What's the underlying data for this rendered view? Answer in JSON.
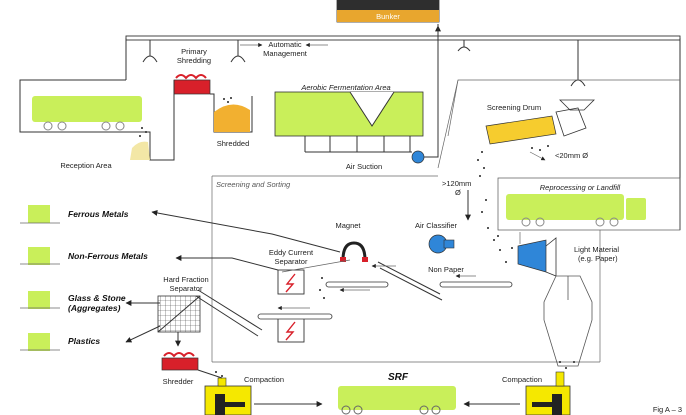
{
  "labels": {
    "bunker": "Bunker",
    "automatic_management": "Automatic\nManagement",
    "primary_shredding": "Primary\nShredding",
    "aerobic_fermentation": "Aerobic Fermentation Area",
    "reception_area": "Reception Area",
    "shredded": "Shredded",
    "air_suction": "Air Suction",
    "screening_drum": "Screening Drum",
    "lt20mm": "<20mm Ø",
    "gt120mm": ">120mm\nØ",
    "reprocessing": "Reprocessing or Landfill",
    "screening_sorting": "Screening and Sorting",
    "magnet": "Magnet",
    "air_classifier": "Air Classifier",
    "eddy_current": "Eddy Current\nSeparator",
    "light_material": "Light Material\n(e.g. Paper)",
    "non_paper": "Non Paper",
    "hard_fraction": "Hard Fraction\nSeparator",
    "shredder": "Shredder",
    "compaction_left": "Compaction",
    "compaction_right": "Compaction",
    "srf": "SRF",
    "fig": "Fig A – 3"
  },
  "outputs": [
    {
      "label": "Ferrous Metals"
    },
    {
      "label": "Non-Ferrous Metals"
    },
    {
      "label": "Glass & Stone\n(Aggregates)"
    },
    {
      "label": "Plastics"
    }
  ],
  "colors": {
    "truck": "#c9ef5a",
    "shredder_red": "#d8202a",
    "shredded_orange": "#f2b030",
    "fermentation_green": "#c9ef5a",
    "drum_yellow": "#f6cc2e",
    "classifier_blue": "#2f86d8",
    "compaction_yellow": "#f5e800"
  }
}
